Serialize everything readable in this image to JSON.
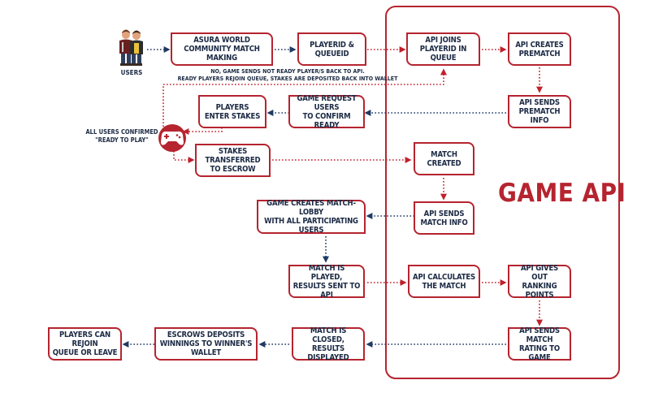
{
  "region": {
    "label": "GAME API"
  },
  "users": {
    "label": "USERS"
  },
  "controller": {
    "label": "ALL USERS CONFIRMED\n\"READY TO PLAY\""
  },
  "decline_note": {
    "label": "NO, GAME SENDS NOT READY PLAYER/S BACK TO API.\nREADY PLAYERS REJOIN QUEUE, STAKES ARE DEPOSITED BACK INTO WALLET"
  },
  "boxes": {
    "matchmaking": "ASURA WORLD\nCOMMUNITY MATCH MAKING",
    "playerid": "PLAYERID &\nQUEUEID",
    "api_joins": "API JOINS\nPLAYERID IN QUEUE",
    "api_creates": "API CREATES\nPREMATCH",
    "api_sends_prematch": "API SENDS\nPREMATCH INFO",
    "game_request": "GAME REQUEST USERS\nTO CONFIRM READY",
    "players_stakes": "PLAYERS\nENTER STAKES",
    "stakes_transferred": "STAKES TRANSFERRED\nTO ESCROW",
    "match_created": "MATCH\nCREATED",
    "api_sends_match": "API SENDS\nMATCH INFO",
    "lobby": "GAME CREATES MATCH-LOBBY\nWITH ALL PARTICIPATING USERS",
    "match_played": "MATCH IS PLAYED,\nRESULTS SENT TO API",
    "api_calculates": "API CALCULATES\nTHE MATCH",
    "api_ranking": "API GIVES OUT\nRANKING POINTS",
    "api_rating": "API SENDS MATCH\nRATING TO GAME",
    "match_closed": "MATCH IS CLOSED,\nRESULTS DISPLAYED",
    "escrows": "ESCROWS DEPOSITS\nWINNINGS TO WINNER'S WALLET",
    "rejoin": "PLAYERS CAN REJOIN\nQUEUE OR LEAVE"
  },
  "colors": {
    "accent": "#b5242f",
    "text": "#1c2a44",
    "link_red": "#c0202c",
    "link_blue": "#1f3a63"
  },
  "icons": {
    "users": "two-people-icon",
    "controller": "gamepad-icon"
  }
}
